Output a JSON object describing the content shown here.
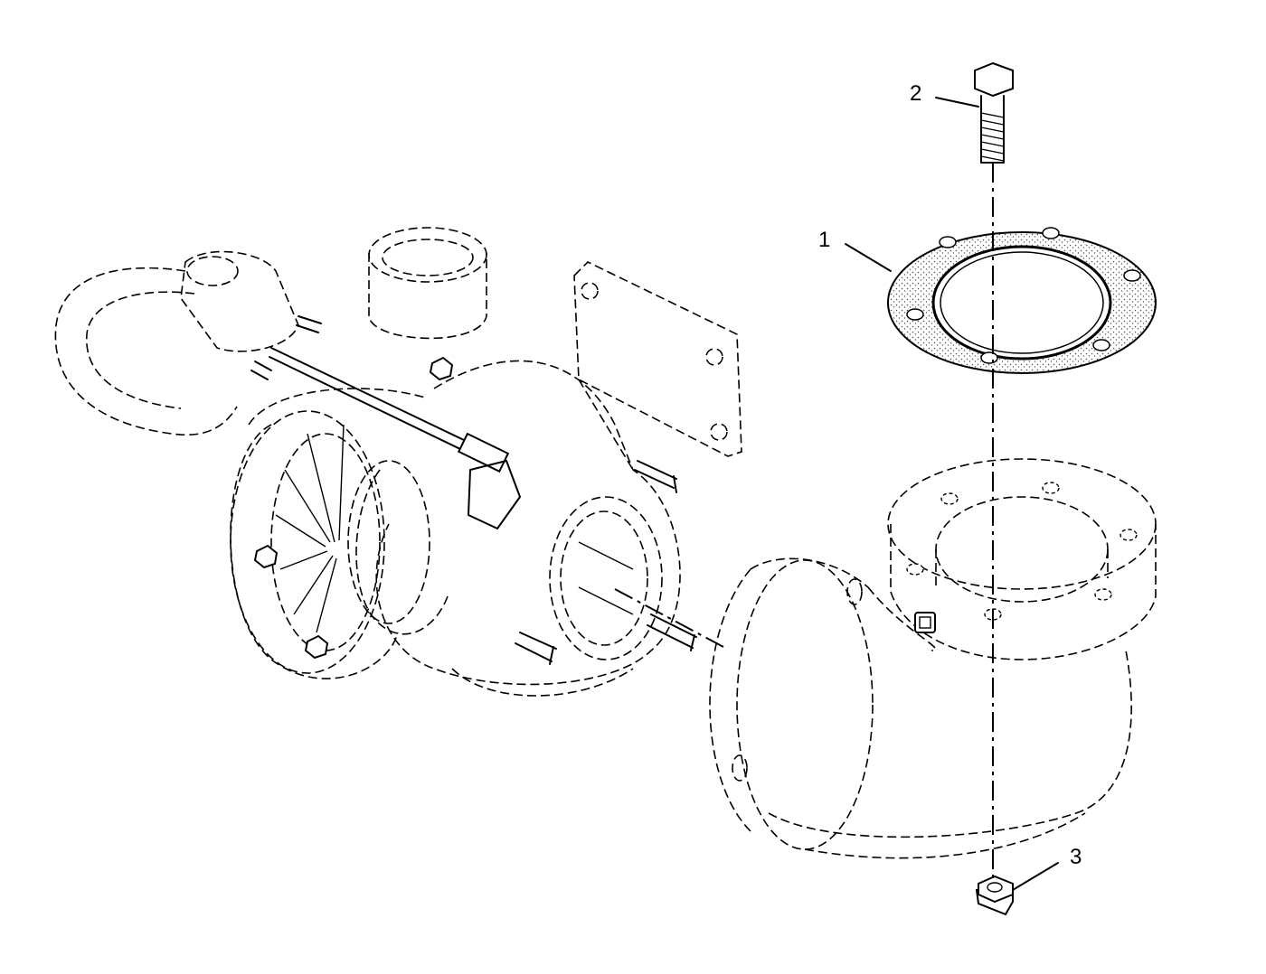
{
  "diagram": {
    "callouts": [
      {
        "id": "1",
        "label": "1",
        "part": "gasket"
      },
      {
        "id": "2",
        "label": "2",
        "part": "bolt"
      },
      {
        "id": "3",
        "label": "3",
        "part": "nut"
      }
    ],
    "colors": {
      "line": "#000000",
      "background": "#ffffff",
      "gasket_stipple": "#555555"
    }
  }
}
